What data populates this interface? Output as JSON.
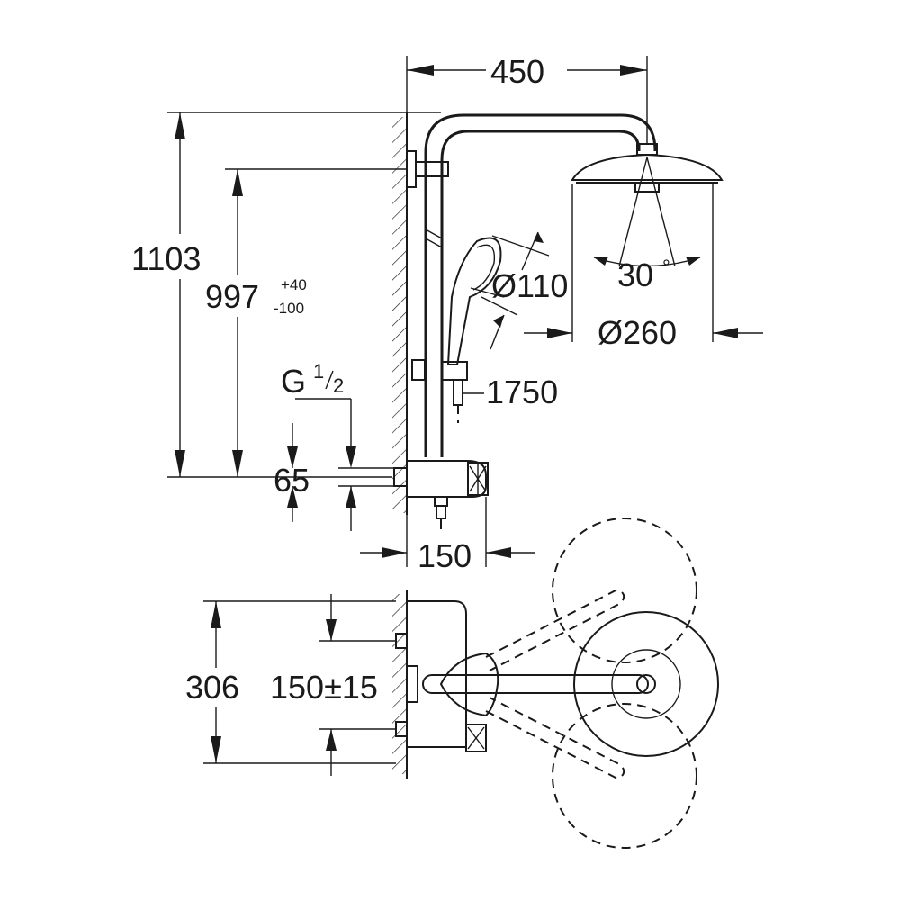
{
  "drawing": {
    "side_view": {
      "width_dim": "450",
      "height_dim": "1103",
      "rail_height_dim": "997",
      "rail_tol_plus": "+40",
      "rail_tol_minus": "-100",
      "thread_main": "G",
      "thread_num": "1",
      "thread_den": "2",
      "inlet_dim": "65",
      "handshower_dia": "Ø110",
      "spray_angle": "30",
      "degree_sign": "°",
      "head_dia": "Ø260",
      "hose_length": "1750",
      "depth_dim": "150"
    },
    "top_view": {
      "inlet_spacing": "306",
      "center_dim": "150±15"
    },
    "colors": {
      "line": "#1a1a1a",
      "background": "#ffffff"
    }
  }
}
